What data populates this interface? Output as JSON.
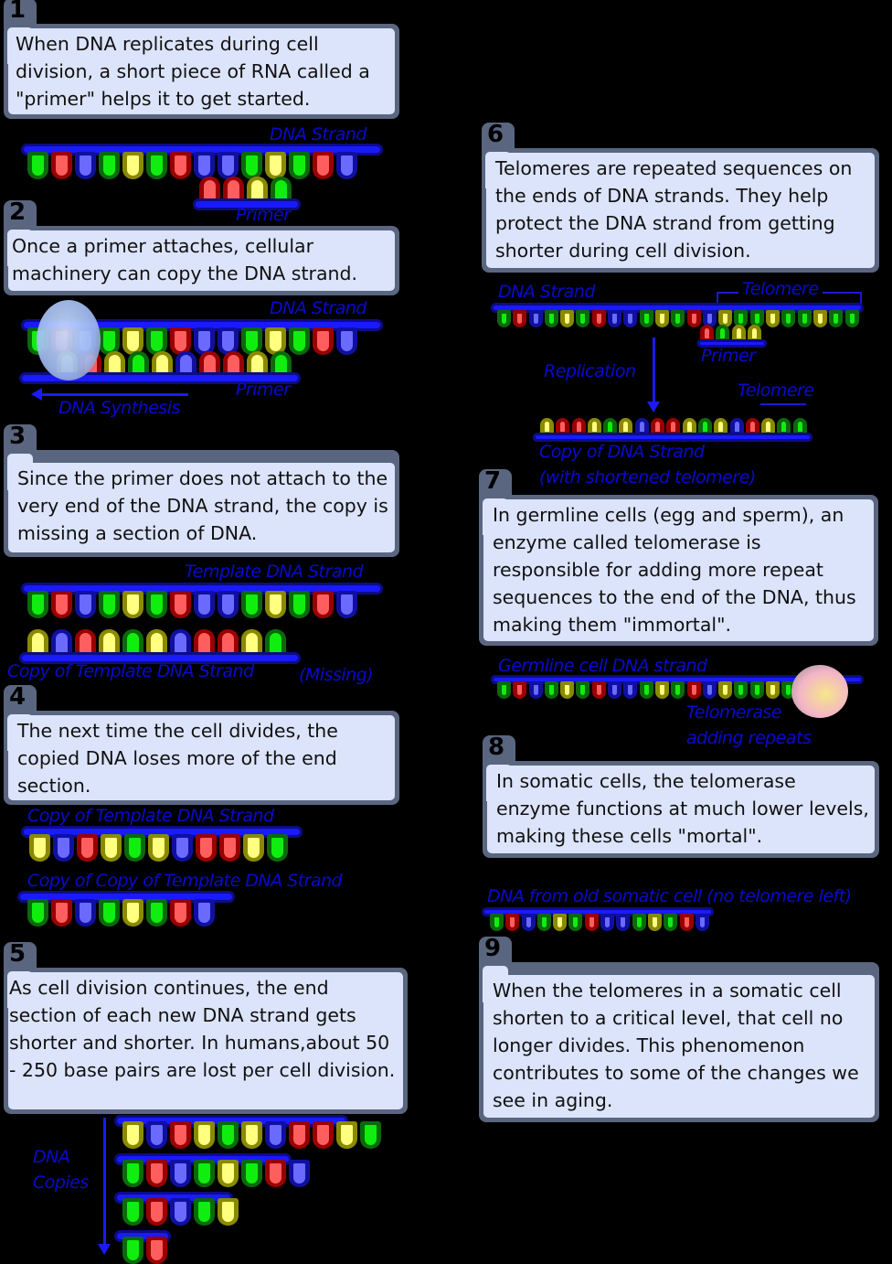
{
  "panels": [
    {
      "num": "1",
      "text": "When DNA replicates during cell division, a short piece of RNA called a \"primer\" helps it to get started."
    },
    {
      "num": "2",
      "text": "Once a primer attaches, cellular machinery can copy the DNA strand."
    },
    {
      "num": "3",
      "text": "Since the primer does not attach to the very end of the DNA strand, the copy is missing a section of DNA."
    },
    {
      "num": "4",
      "text": "The next time the cell divides, the copied DNA loses more of the end section."
    },
    {
      "num": "5",
      "text": "As cell division continues, the end section of each new DNA strand gets shorter and shorter. In humans,about 50 - 250 base pairs are lost per cell division."
    },
    {
      "num": "6",
      "text": "Telomeres are repeated sequences on the ends of DNA strands. They help protect the DNA strand from getting shorter during cell division."
    },
    {
      "num": "7",
      "text": "In germline cells (egg and sperm), an enzyme called telomerase is responsible for adding more repeat sequences to the end of  the DNA, thus making them \"immortal\"."
    },
    {
      "num": "8",
      "text": "In somatic cells, the telomerase enzyme functions at much lower levels, making these cells \"mortal\"."
    },
    {
      "num": "9",
      "text": "When the telomeres in a somatic cell shorten to a critical level, that cell no longer divides. This phenomenon contributes to some of the changes we see in aging."
    }
  ],
  "labels": {
    "s1_dna": "DNA Strand",
    "s1_primer": "Primer",
    "s2_dna": "DNA Strand",
    "s2_primer": "Primer",
    "s2_synthesis": "DNA Synthesis",
    "s3_template": "Template DNA Strand",
    "s3_copy": "Copy of Template DNA Strand",
    "s3_missing": "(Missing)",
    "s4_copy": "Copy of Template DNA Strand",
    "s4_copycopy": "Copy of Copy of Template DNA Strand",
    "s5_copies_1": "DNA",
    "s5_copies_2": "Copies",
    "s6_dna": "DNA Strand",
    "s6_telomere": "Telomere",
    "s6_primer": "Primer",
    "s6_replication": "Replication",
    "s6_telomere2": "Telomere",
    "s6_copy_1": "Copy of DNA Strand",
    "s6_copy_2": "(with shortened telomere)",
    "s7_germline": "Germline cell DNA strand",
    "s7_telomerase_1": "Telomerase",
    "s7_telomerase_2": "adding repeats",
    "s8_somatic": "DNA from old somatic cell (no telomere left)"
  },
  "colors": {
    "G": "#10ee10",
    "R": "#ff5e5e",
    "B": "#6a6aff",
    "Y": "#ffff80",
    "backbone": "#1a1aff",
    "panel_bg": "#dce4fb",
    "panel_border": "#5a6680",
    "label": "#0a0ad0"
  },
  "strands": {
    "s1_template": "GRBGYGRBBGYGRB",
    "s1_primer": "RRYG",
    "s2_template": "GRBGYGRBBGYGRB",
    "s2_copy": "YRYGYBRRYG",
    "s3_template": "GRBGYGRBBGYGRB",
    "s3_copy": "YBRYGYBRRYG",
    "s4_copy": "YBRYGYBRRYG",
    "s4_copycopy": "GRBGYGRB",
    "s5_c1": "YBRYGYBRRYG",
    "s5_c2": "GRBGYGRB",
    "s5_c3": "GRBGY",
    "s5_c4": "GR",
    "s6_template": "GRBGYGRBBGYGRBYGGYGGYGG",
    "s6_primer": "RGYY",
    "s6_copy": "YRRYGYBRRYGYBRYGG",
    "s7_germline": "GRBGYGRBBGYGRBYGGYGGYG",
    "s8_somatic": "GRBGYGRBBGYGRB"
  }
}
